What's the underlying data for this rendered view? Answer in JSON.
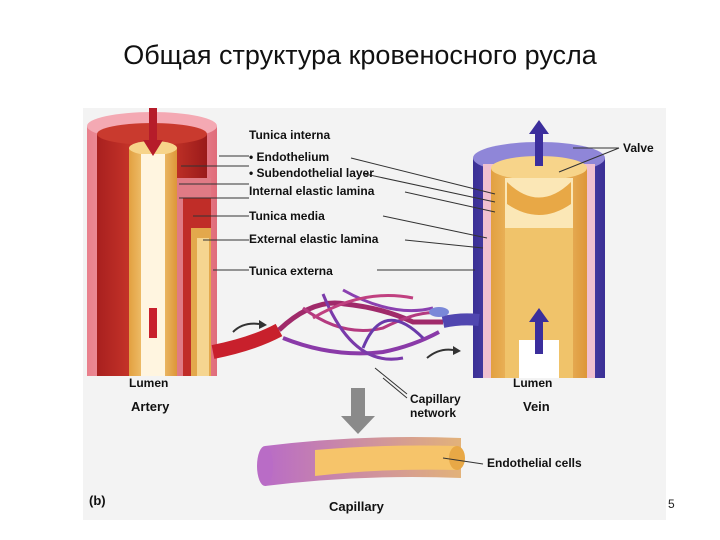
{
  "slide": {
    "title": "Общая структура кровеносного русла",
    "page_number": "5"
  },
  "figure": {
    "panel_label": "(b)",
    "labels": {
      "tunica_interna": "Tunica interna",
      "endothelium": "• Endothelium",
      "subendothelial": "• Subendothelial layer",
      "internal_elastic": "Internal elastic lamina",
      "tunica_media": "Tunica media",
      "external_elastic": "External elastic lamina",
      "tunica_externa": "Tunica externa",
      "valve": "Valve",
      "lumen_artery": "Lumen",
      "artery": "Artery",
      "lumen_vein": "Lumen",
      "vein": "Vein",
      "capillary_network_1": "Capillary",
      "capillary_network_2": "network",
      "endothelial_cells": "Endothelial cells",
      "capillary": "Capillary"
    },
    "colors": {
      "artery_red": "#c8202c",
      "vein_purple": "#4a3ea8",
      "media_orange": "#d98a3a",
      "interna_tan": "#f2c36a",
      "externa_pink": "#e68a94"
    }
  }
}
